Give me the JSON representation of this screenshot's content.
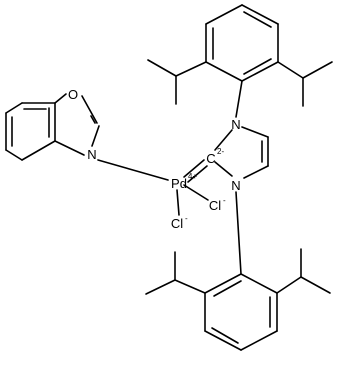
{
  "atoms": {
    "o1": "O",
    "n_benzoxazole": "N",
    "n_top": "N",
    "n_bottom": "N",
    "pd": "Pd",
    "pd_charge": "4+",
    "c_carbene": "C",
    "c_charge": "2-",
    "cl1": "Cl",
    "cl1_charge": "-",
    "cl2": "Cl",
    "cl2_charge": "-"
  }
}
